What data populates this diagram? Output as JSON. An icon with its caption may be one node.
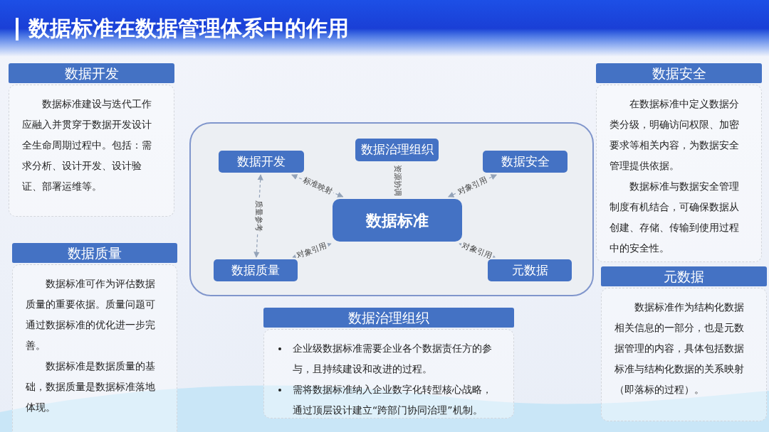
{
  "diagram": {
    "title": "数据标准在数据管理体系中的作用",
    "nodes": [
      {
        "text": [
          "数据开发",
          "数据标准建设与迭代工作应融入并贯穿于数据开发设计全生命周期过程中。包括：需求分析、设计开发、设计验证、部署运维等。"
        ]
      },
      {
        "text": [
          "数据安全",
          "在数据标准中定义数据分类分级，明确访问权限、加密要求等相关内容，为数据安全管理提供依据。",
          "数据标准与数据安全管理制度有机结合，可确保数据从创建、存储、传输到使用过程中的安全性。"
        ]
      },
      {
        "text": [],
        "shape": "box"
      },
      {
        "text": [
          "数据开发"
        ],
        "in": 2
      },
      {
        "text": [
          "数据治理组织"
        ],
        "in": 2
      },
      {
        "text": [
          "数据安全"
        ],
        "in": 2
      },
      {
        "text": [
          "数据标准"
        ],
        "in": 2
      },
      {
        "text": [
          "数据质量"
        ],
        "in": 2
      },
      {
        "text": [
          "元数据"
        ],
        "in": 2
      },
      {
        "text": [
          "数据质量",
          "数据标准可作为评估数据质量的重要依据。质量问题可通过数据标准的优化进一步完善。",
          "数据标准是数据质量的基础，数据质量是数据标准落地体现。"
        ]
      },
      {
        "text": [
          "元数据",
          "数据标准作为结构化数据相关信息的一部分，也是元数据管理的内容，具体包括数据标准与结构化数据的关系映射（即落标的过程）。"
        ]
      },
      {
        "text": [
          "数据治理组织",
          "企业级数据标准需要企业各个数据责任方的参与，且持续建设和改进的过程。",
          "需将数据标准纳入企业数字化转型核心战略，通过顶层设计建立“跨部门协同治理”机制。"
        ]
      }
    ],
    "edges": [
      {
        "from": 6,
        "to": 3,
        "arrow": "both",
        "label": "标准映射",
        "style": "dashed"
      },
      {
        "from": 3,
        "to": 7,
        "arrow": "both",
        "label": "质量参考",
        "style": "dashed"
      },
      {
        "from": 6,
        "to": 4,
        "arrow": "to",
        "label": "资源协调",
        "style": "dashed"
      },
      {
        "from": 6,
        "to": 5,
        "arrow": "both",
        "label": "对象引用",
        "style": "dashed"
      },
      {
        "from": 7,
        "to": 6,
        "arrow": "both",
        "label": "对象引用",
        "style": "dashed"
      },
      {
        "from": 6,
        "to": 8,
        "arrow": "both",
        "label": "对象引用",
        "style": "dashed"
      }
    ]
  }
}
